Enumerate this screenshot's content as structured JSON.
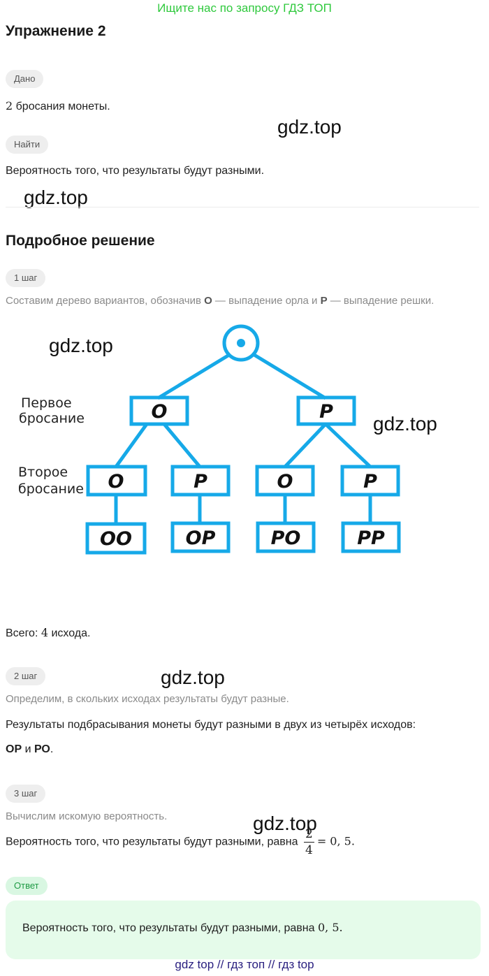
{
  "banner": "Ищите нас по запросу ГДЗ ТОП",
  "exercise_title": "Упражнение 2",
  "given": {
    "label": "Дано",
    "number": "2",
    "text": " бросания монеты."
  },
  "find": {
    "label": "Найти",
    "text": "Вероятность того, что результаты будут разными."
  },
  "watermark": "gdz.top",
  "solution_title": "Подробное решение",
  "step1": {
    "label": "1 шаг",
    "desc_a": "Составим дерево вариантов, обозначив ",
    "o_letter": "О",
    "desc_b": " — выпадение орла и ",
    "p_letter": "Р",
    "desc_c": " — выпадение решки.",
    "total_a": "Всего: ",
    "total_num": "4",
    "total_b": " исхода."
  },
  "tree": {
    "first_toss_line1": "Первое",
    "first_toss_line2": "бросание",
    "second_toss_line1": "Второе",
    "second_toss_line2": "бросание",
    "level1": [
      "O",
      "P"
    ],
    "level2": [
      "O",
      "P",
      "O",
      "P"
    ],
    "level3": [
      "OO",
      "OP",
      "PO",
      "PP"
    ],
    "color": "#16a9e8"
  },
  "step2": {
    "label": "2 шаг",
    "desc": "Определим, в скольких исходах результаты будут разные.",
    "text": "Результаты подбрасывания монеты будут разными в двух из четырёх исходов:",
    "op": "ОР",
    "and": " и ",
    "po": "РО",
    "dot": "."
  },
  "step3": {
    "label": "3 шаг",
    "desc": "Вычислим искомую вероятность.",
    "text": "Вероятность того, что результаты будут разными, равна",
    "numerator": "2",
    "denominator": "4",
    "result": "= 0, 5."
  },
  "answer": {
    "label": "Ответ",
    "text": "Вероятность того, что результаты будут разными, равна ",
    "value": "0, 5."
  },
  "footer": "gdz top  //  гдз топ  //  гдз top"
}
